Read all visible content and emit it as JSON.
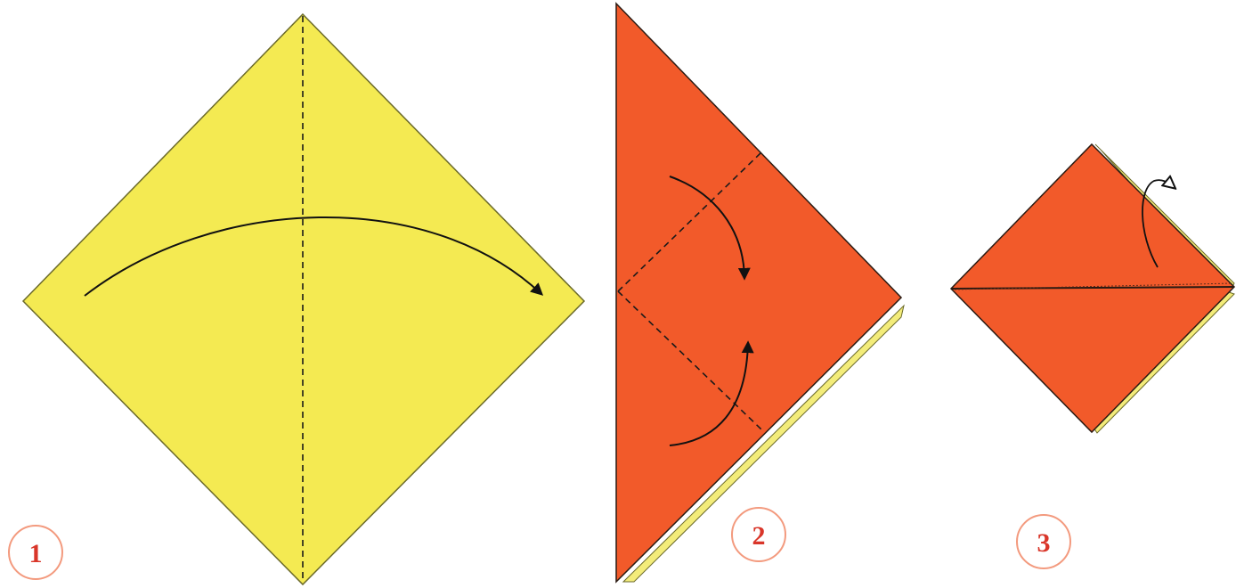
{
  "colors": {
    "background": "#ffffff",
    "yellow_paper": "#f4ea52",
    "yellow_edge": "#6b6a2a",
    "orange_paper": "#f25a2a",
    "orange_edge": "#2a1a12",
    "back_layer_yellow": "#f3ec7a",
    "fold_line": "#1a1a1a",
    "arrow": "#111111",
    "step_circle": "#f39a7e",
    "step_number": "#d9362a"
  },
  "steps": [
    {
      "number": "1",
      "paper": "yellow",
      "icons": [
        "valley-fold-line-icon",
        "fold-arrow-icon"
      ]
    },
    {
      "number": "2",
      "paper": "orange",
      "icons": [
        "valley-fold-line-icon",
        "fold-arrow-icon"
      ]
    },
    {
      "number": "3",
      "paper": "orange",
      "icons": [
        "crease-line-icon",
        "fold-behind-arrow-icon"
      ]
    }
  ]
}
